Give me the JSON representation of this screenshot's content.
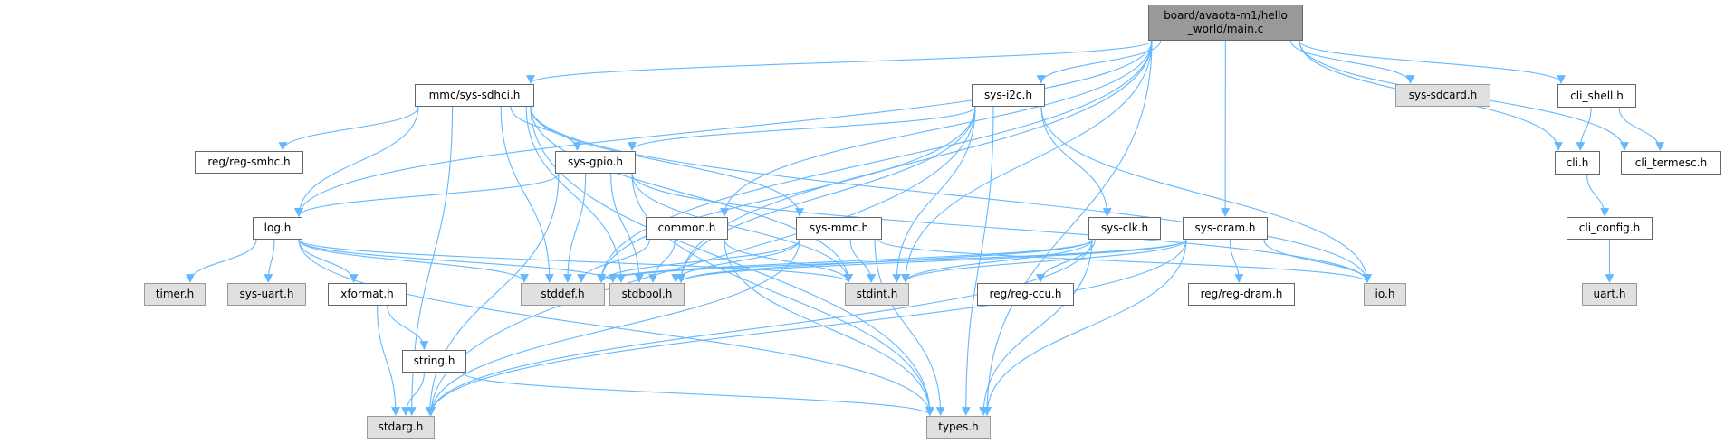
{
  "graph": {
    "nodes": [
      {
        "id": "main",
        "label": "board/avaota-m1/hello\n_world/main.c",
        "style": "root"
      },
      {
        "id": "sdhci",
        "label": "mmc/sys-sdhci.h",
        "style": "white"
      },
      {
        "id": "i2c",
        "label": "sys-i2c.h",
        "style": "white"
      },
      {
        "id": "sdcard",
        "label": "sys-sdcard.h",
        "style": "gray"
      },
      {
        "id": "clishell",
        "label": "cli_shell.h",
        "style": "white"
      },
      {
        "id": "smhc",
        "label": "reg/reg-smhc.h",
        "style": "white"
      },
      {
        "id": "gpio",
        "label": "sys-gpio.h",
        "style": "white"
      },
      {
        "id": "cli",
        "label": "cli.h",
        "style": "white"
      },
      {
        "id": "termesc",
        "label": "cli_termesc.h",
        "style": "white"
      },
      {
        "id": "log",
        "label": "log.h",
        "style": "white"
      },
      {
        "id": "common",
        "label": "common.h",
        "style": "white"
      },
      {
        "id": "mmc",
        "label": "sys-mmc.h",
        "style": "white"
      },
      {
        "id": "clk",
        "label": "sys-clk.h",
        "style": "white"
      },
      {
        "id": "dram",
        "label": "sys-dram.h",
        "style": "white"
      },
      {
        "id": "cliconfig",
        "label": "cli_config.h",
        "style": "white"
      },
      {
        "id": "timer",
        "label": "timer.h",
        "style": "gray"
      },
      {
        "id": "uartsys",
        "label": "sys-uart.h",
        "style": "gray"
      },
      {
        "id": "xformat",
        "label": "xformat.h",
        "style": "white"
      },
      {
        "id": "stddef",
        "label": "stddef.h",
        "style": "gray"
      },
      {
        "id": "stdbool",
        "label": "stdbool.h",
        "style": "gray"
      },
      {
        "id": "stdint",
        "label": "stdint.h",
        "style": "gray"
      },
      {
        "id": "ccu",
        "label": "reg/reg-ccu.h",
        "style": "white"
      },
      {
        "id": "regdram",
        "label": "reg/reg-dram.h",
        "style": "white"
      },
      {
        "id": "io",
        "label": "io.h",
        "style": "gray"
      },
      {
        "id": "uart",
        "label": "uart.h",
        "style": "gray"
      },
      {
        "id": "string",
        "label": "string.h",
        "style": "white"
      },
      {
        "id": "stdarg",
        "label": "stdarg.h",
        "style": "gray"
      },
      {
        "id": "types",
        "label": "types.h",
        "style": "gray"
      }
    ],
    "edges": [
      [
        "main",
        "sdhci"
      ],
      [
        "main",
        "log"
      ],
      [
        "main",
        "stddef"
      ],
      [
        "main",
        "stdbool"
      ],
      [
        "main",
        "i2c"
      ],
      [
        "main",
        "common"
      ],
      [
        "main",
        "stdint"
      ],
      [
        "main",
        "dram"
      ],
      [
        "main",
        "types"
      ],
      [
        "main",
        "sdcard"
      ],
      [
        "main",
        "clishell"
      ],
      [
        "main",
        "cli"
      ],
      [
        "main",
        "termesc"
      ],
      [
        "sdhci",
        "smhc"
      ],
      [
        "sdhci",
        "log"
      ],
      [
        "sdhci",
        "stdarg"
      ],
      [
        "sdhci",
        "gpio"
      ],
      [
        "sdhci",
        "mmc"
      ],
      [
        "sdhci",
        "stddef"
      ],
      [
        "sdhci",
        "stdbool"
      ],
      [
        "sdhci",
        "stdint"
      ],
      [
        "sdhci",
        "types"
      ],
      [
        "sdhci",
        "io"
      ],
      [
        "i2c",
        "gpio"
      ],
      [
        "i2c",
        "stdarg"
      ],
      [
        "i2c",
        "stddef"
      ],
      [
        "i2c",
        "stdbool"
      ],
      [
        "i2c",
        "stdint"
      ],
      [
        "i2c",
        "clk"
      ],
      [
        "i2c",
        "io"
      ],
      [
        "i2c",
        "types"
      ],
      [
        "gpio",
        "log"
      ],
      [
        "gpio",
        "stdarg"
      ],
      [
        "gpio",
        "stddef"
      ],
      [
        "gpio",
        "stdbool"
      ],
      [
        "gpio",
        "stdint"
      ],
      [
        "gpio",
        "io"
      ],
      [
        "gpio",
        "types"
      ],
      [
        "log",
        "timer"
      ],
      [
        "log",
        "uartsys"
      ],
      [
        "log",
        "xformat"
      ],
      [
        "log",
        "stddef"
      ],
      [
        "log",
        "stdbool"
      ],
      [
        "log",
        "stdint"
      ],
      [
        "log",
        "types"
      ],
      [
        "xformat",
        "string"
      ],
      [
        "xformat",
        "stdarg"
      ],
      [
        "string",
        "stdarg"
      ],
      [
        "string",
        "types"
      ],
      [
        "common",
        "stddef"
      ],
      [
        "common",
        "stdbool"
      ],
      [
        "common",
        "stdint"
      ],
      [
        "common",
        "types"
      ],
      [
        "mmc",
        "stddef"
      ],
      [
        "mmc",
        "stdbool"
      ],
      [
        "mmc",
        "stdint"
      ],
      [
        "mmc",
        "types"
      ],
      [
        "mmc",
        "stdarg"
      ],
      [
        "mmc",
        "io"
      ],
      [
        "clk",
        "stddef"
      ],
      [
        "clk",
        "stdbool"
      ],
      [
        "clk",
        "stdint"
      ],
      [
        "clk",
        "ccu"
      ],
      [
        "clk",
        "types"
      ],
      [
        "clk",
        "stdarg"
      ],
      [
        "dram",
        "stddef"
      ],
      [
        "dram",
        "stdbool"
      ],
      [
        "dram",
        "stdint"
      ],
      [
        "dram",
        "regdram"
      ],
      [
        "dram",
        "io"
      ],
      [
        "dram",
        "types"
      ],
      [
        "dram",
        "stdarg"
      ],
      [
        "clishell",
        "cli"
      ],
      [
        "clishell",
        "termesc"
      ],
      [
        "cli",
        "cliconfig"
      ],
      [
        "cliconfig",
        "uart"
      ]
    ],
    "colors": {
      "edge": "#63b8ff",
      "root_fill": "#999999",
      "gray_fill": "#e0e0e0",
      "white_fill": "#ffffff"
    }
  }
}
